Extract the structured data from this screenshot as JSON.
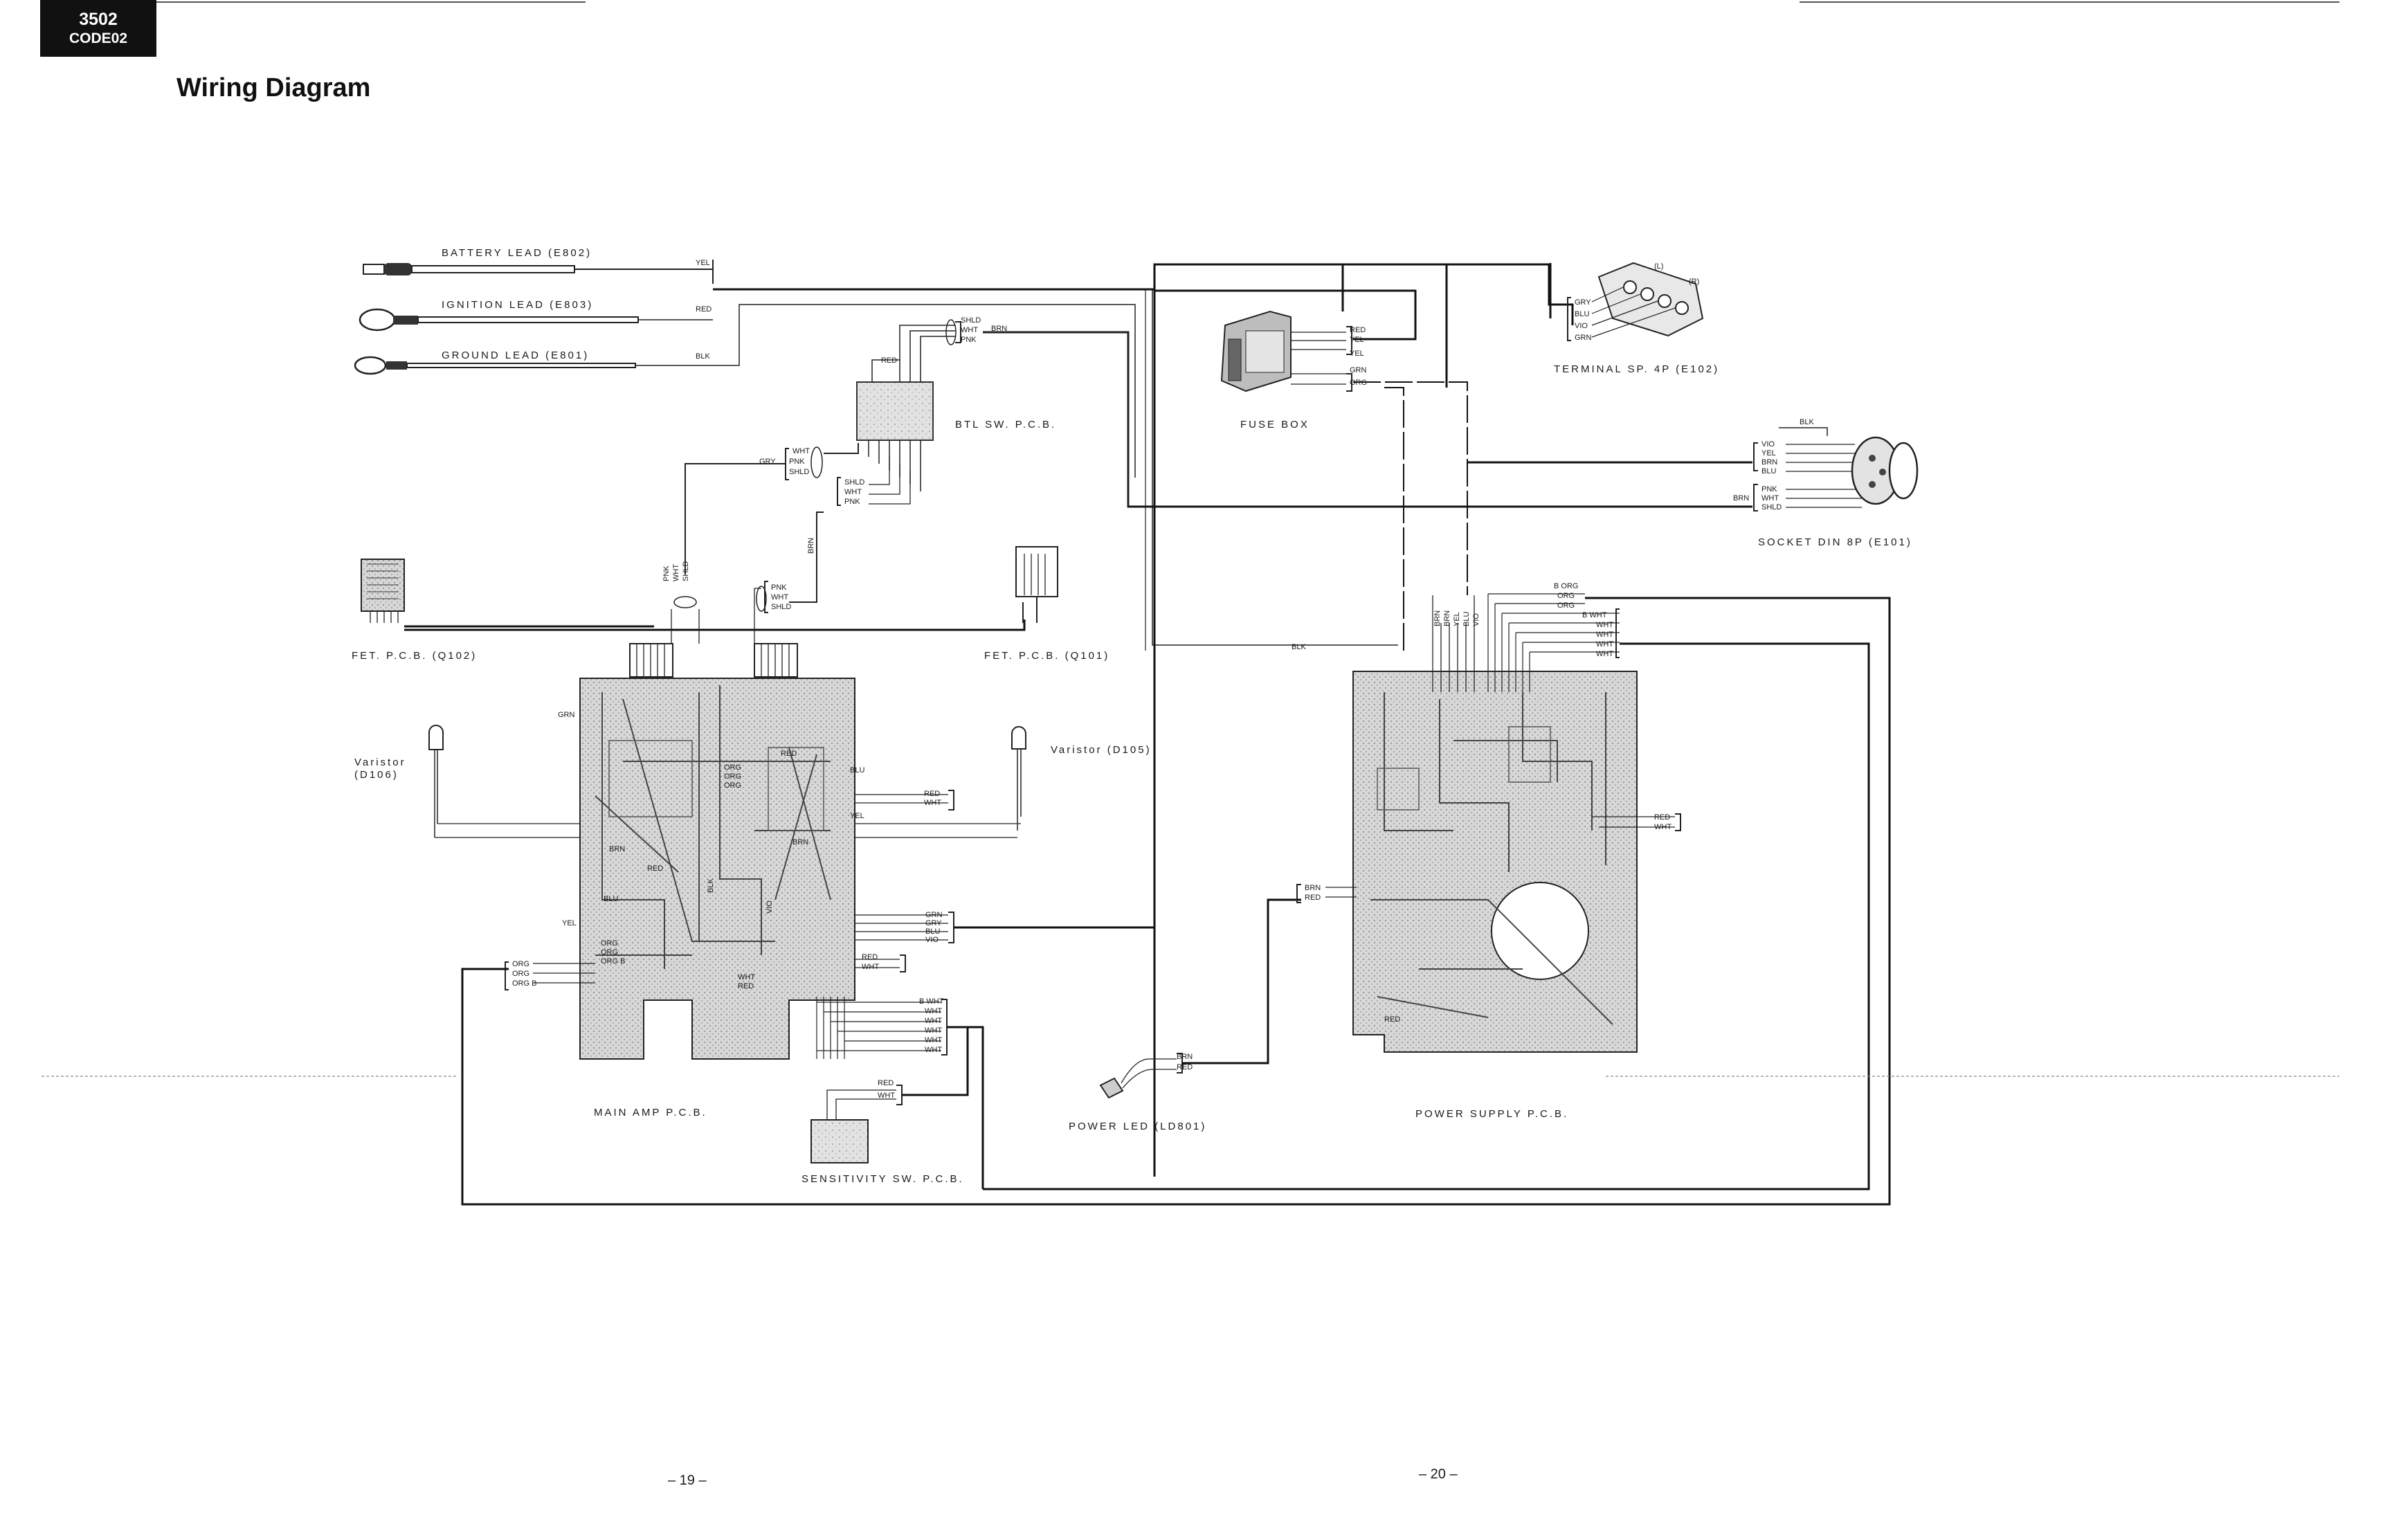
{
  "header": {
    "code": "3502",
    "subcode": "CODE02"
  },
  "title": "Wiring Diagram",
  "leads": {
    "battery": "BATTERY LEAD (E802)",
    "ignition": "IGNITION LEAD (E803)",
    "ground": "GROUND LEAD (E801)"
  },
  "components": {
    "btl_sw": "BTL SW. P.C.B.",
    "fuse_box": "FUSE BOX",
    "terminal": "TERMINAL SP. 4P (E102)",
    "socket": "SOCKET DIN 8P (E101)",
    "fet_q102": "FET. P.C.B. (Q102)",
    "fet_q101": "FET. P.C.B. (Q101)",
    "varistor_d106_line1": "Varistor",
    "varistor_d106_line2": "(D106)",
    "varistor_d105": "Varistor (D105)",
    "main_amp": "MAIN AMP P.C.B.",
    "sensitivity": "SENSITIVITY SW. P.C.B.",
    "power_led": "POWER LED (LD801)",
    "power_supply": "POWER SUPPLY P.C.B."
  },
  "wire_labels": {
    "yel": "YEL",
    "red": "RED",
    "blk": "BLK",
    "brn": "BRN",
    "gry": "GRY",
    "pnk": "PNK",
    "wht": "WHT",
    "shld": "SHLD",
    "blu": "BLU",
    "vio": "VIO",
    "grn": "GRN",
    "org": "ORG",
    "orgb": "ORG B",
    "bwht": "B WHT",
    "borg": "B ORG",
    "l": "(L)",
    "r": "(R)"
  },
  "page_numbers": {
    "left": "– 19 –",
    "right": "– 20 –"
  }
}
